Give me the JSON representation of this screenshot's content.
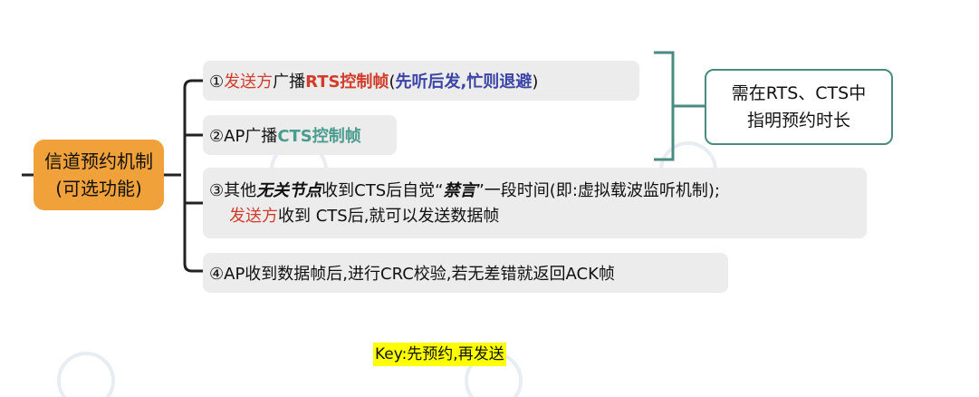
{
  "root": {
    "line1": "信道预约机制",
    "line2": "(可选功能)"
  },
  "items": [
    {
      "num": "①",
      "actor": "发送方",
      "verb": "广播",
      "frame": "RTS控制帧",
      "paren_open": "(",
      "paren_text": "先听后发,忙则退避",
      "paren_close": ")"
    },
    {
      "num": "②",
      "actor": "AP广播",
      "frame": "CTS控制帧"
    },
    {
      "num": "③",
      "line1_a": "其他",
      "line1_em1": "无关节点",
      "line1_b": "收到CTS后自觉“",
      "line1_em2": "禁言",
      "line1_c": "”一段时间(即:虚拟载波监听机制);",
      "line2_actor": "发送方",
      "line2_rest": "收到 CTS后,就可以发送数据帧"
    },
    {
      "num": "④",
      "text": "AP收到数据帧后,进行CRC校验,若无差错就返回ACK帧"
    }
  ],
  "note": {
    "line1": "需在RTS、CTS中",
    "line2": "指明预约时长"
  },
  "key": {
    "text": "Key:先预约,再发送"
  },
  "colors": {
    "root_fill": "#f0a13a",
    "accent_red": "#d23c2a",
    "accent_blue": "#3c45a5",
    "accent_teal": "#4a9c8f",
    "box_fill": "#ececec",
    "highlight": "#ffff00"
  }
}
